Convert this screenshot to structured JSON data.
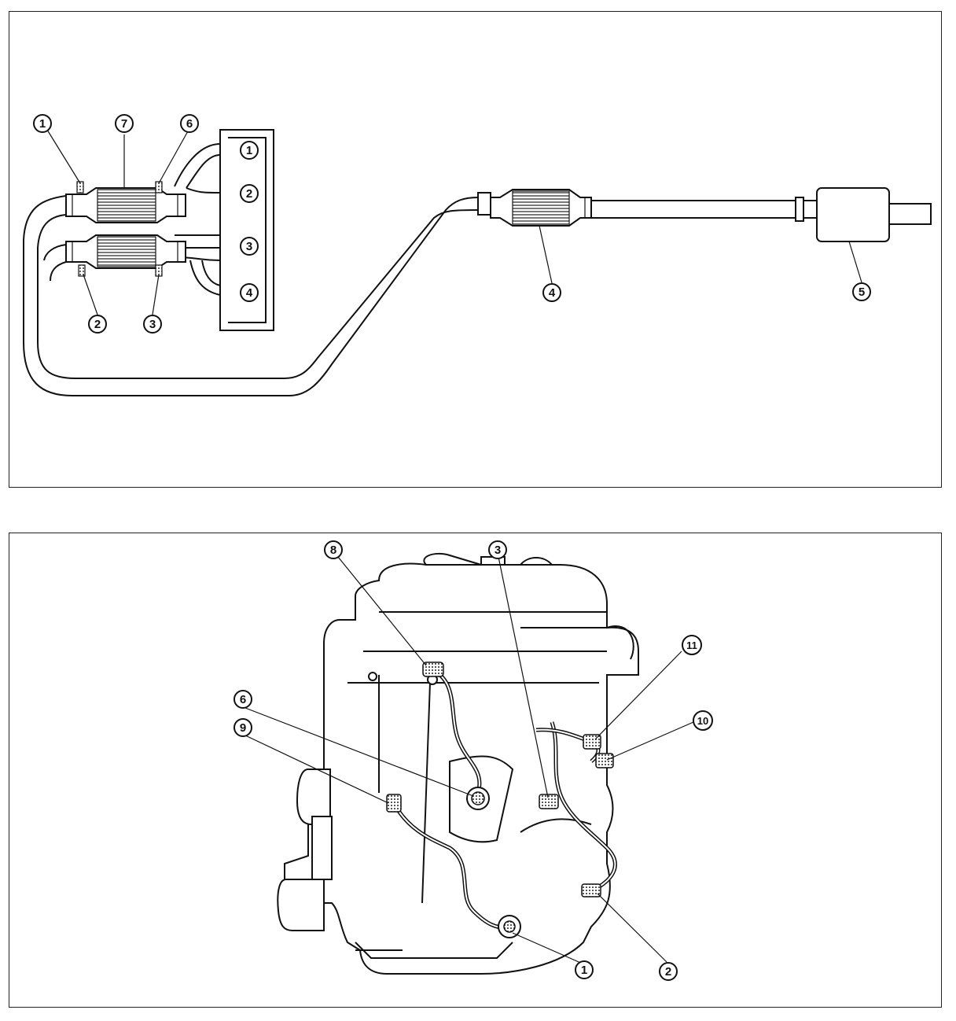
{
  "top_diagram": {
    "cylinders": [
      "1",
      "2",
      "3",
      "4"
    ],
    "callouts": {
      "sensor_1": "1",
      "sensor_2": "2",
      "sensor_3": "3",
      "sensor_6": "6",
      "converter_7": "7",
      "converter_4": "4",
      "muffler_5": "5"
    }
  },
  "bottom_diagram": {
    "callouts": {
      "c8": "8",
      "c3": "3",
      "c11": "11",
      "c10": "10",
      "c6": "6",
      "c9": "9",
      "c1": "1",
      "c2": "2"
    }
  },
  "colors": {
    "line": "#111111",
    "background": "#ffffff",
    "hatch": "#555555"
  }
}
